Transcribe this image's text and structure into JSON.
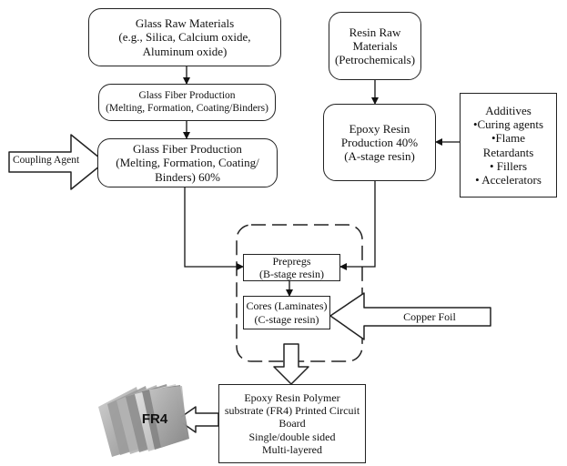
{
  "glass_raw": {
    "lines": [
      "Glass Raw Materials",
      "(e.g., Silica, Calcium oxide,",
      "Aluminum oxide)"
    ]
  },
  "glass_fiber_1": {
    "lines": [
      "Glass Fiber Production",
      "(Melting, Formation, Coating/Binders)"
    ]
  },
  "glass_fiber_2": {
    "lines": [
      "Glass Fiber Production",
      "(Melting, Formation, Coating/",
      "Binders) 60%"
    ]
  },
  "coupling_agent": "Coupling Agent",
  "resin_raw": {
    "lines": [
      "Resin Raw",
      "Materials",
      "(Petrochemicals)"
    ]
  },
  "additives": {
    "lines": [
      "Additives",
      "•Curing agents",
      "•Flame",
      "Retardants",
      "• Fillers",
      "• Accelerators"
    ]
  },
  "epoxy_resin": {
    "lines": [
      "Epoxy Resin",
      "Production 40%",
      "(A-stage resin)"
    ]
  },
  "prepregs": {
    "lines": [
      "Prepregs",
      "(B-stage resin)"
    ]
  },
  "cores": {
    "lines": [
      "Cores (Laminates)",
      "(C-stage resin)"
    ]
  },
  "copper_foil": "Copper Foil",
  "pcb": {
    "lines": [
      "Epoxy Resin Polymer",
      "substrate (FR4) Printed Circuit",
      "Board",
      "Single/double sided",
      "Multi-layered"
    ]
  },
  "fr4_label": "FR4"
}
